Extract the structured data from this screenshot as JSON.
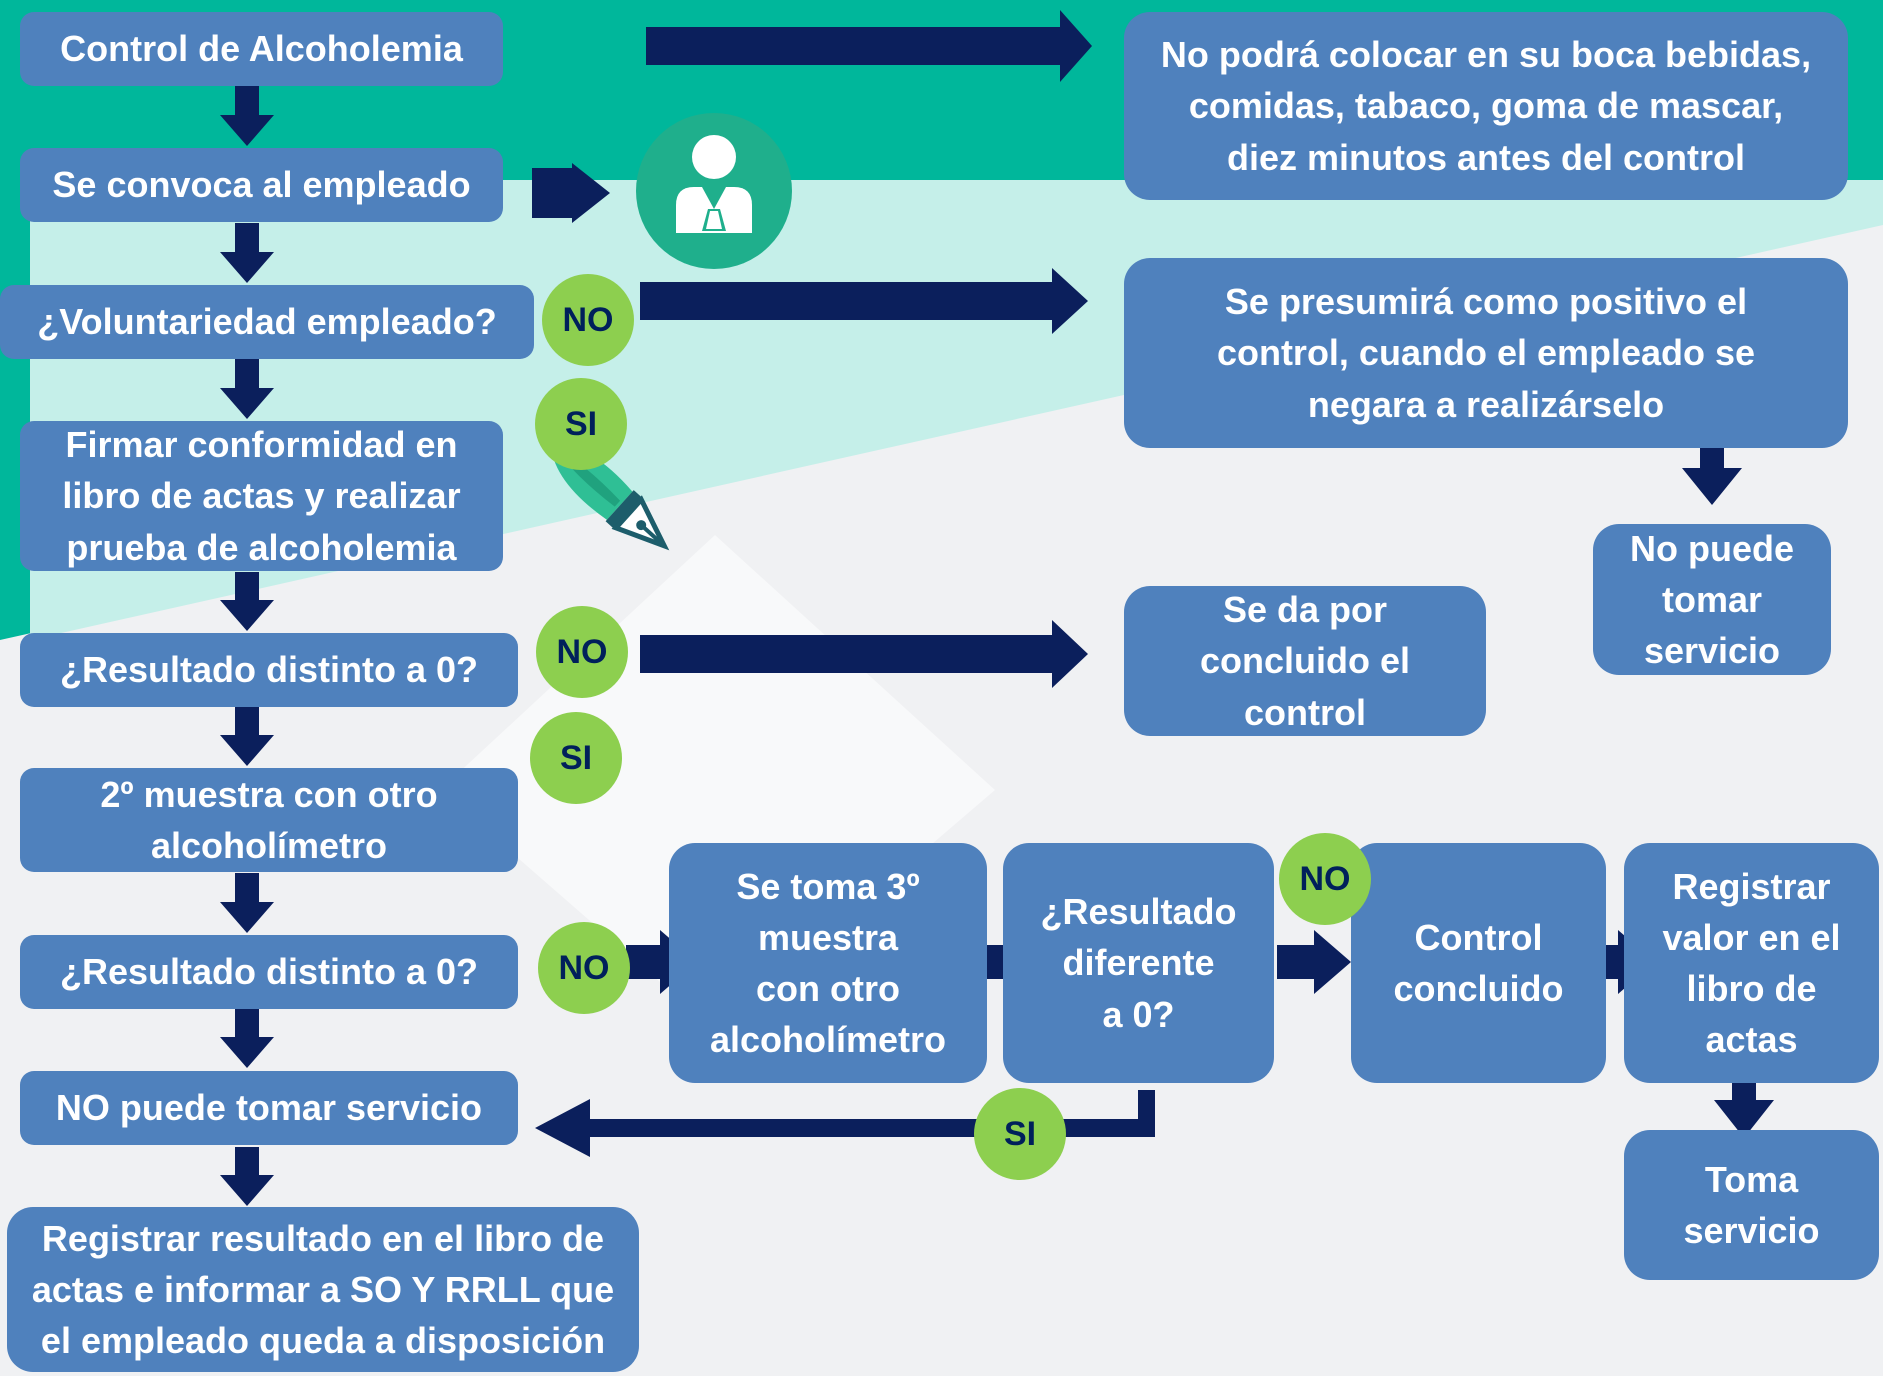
{
  "colors": {
    "box": "#4f81bd",
    "box_text": "#ffffff",
    "arrow": "#0b1f5c",
    "badge": "#8dcf4f",
    "badge_text": "#00205b",
    "band_dark": "#00b79b",
    "band_light": "#c5efe9",
    "background": "#f0f1f3"
  },
  "icons": [
    "employee-icon",
    "pen-icon"
  ],
  "flow": {
    "n1": "Control de Alcoholemia",
    "n2": "Se convoca al empleado",
    "n3": "¿Voluntariedad empleado?",
    "n4": "Firmar conformidad en\nlibro de actas y realizar\nprueba de alcoholemia",
    "n5": "¿Resultado distinto a 0?",
    "n6": "2º muestra con otro\nalcoholímetro",
    "n7": "¿Resultado distinto a 0?",
    "n8": "NO puede tomar servicio",
    "n9": "Registrar resultado en el libro de\nactas e informar a SO Y RRLL que\nel empleado queda a disposición"
  },
  "side": {
    "r1": "No podrá colocar en su boca bebidas,\ncomidas, tabaco, goma de mascar,\ndiez minutos antes del control",
    "r2": "Se presumirá como positivo el\ncontrol, cuando el empleado se\nnegara a realizárselo",
    "r3": "No puede\ntomar\nservicio",
    "r4": "Se da por\nconcluido el\ncontrol",
    "t1": "Se toma 3º\nmuestra\ncon otro\nalcoholímetro",
    "t2": "¿Resultado\ndiferente\na 0?",
    "t3": "Control\nconcluido",
    "t4": "Registrar\nvalor en el\nlibro de\nactas",
    "t5": "Toma\nservicio"
  },
  "badges": {
    "no_voluntariedad": "NO",
    "si_voluntariedad": "SI",
    "no_resultado": "NO",
    "si_resultado": "SI",
    "no_resultado_2": "NO",
    "no_resultado_3": "NO",
    "si_resultado_3": "SI"
  }
}
